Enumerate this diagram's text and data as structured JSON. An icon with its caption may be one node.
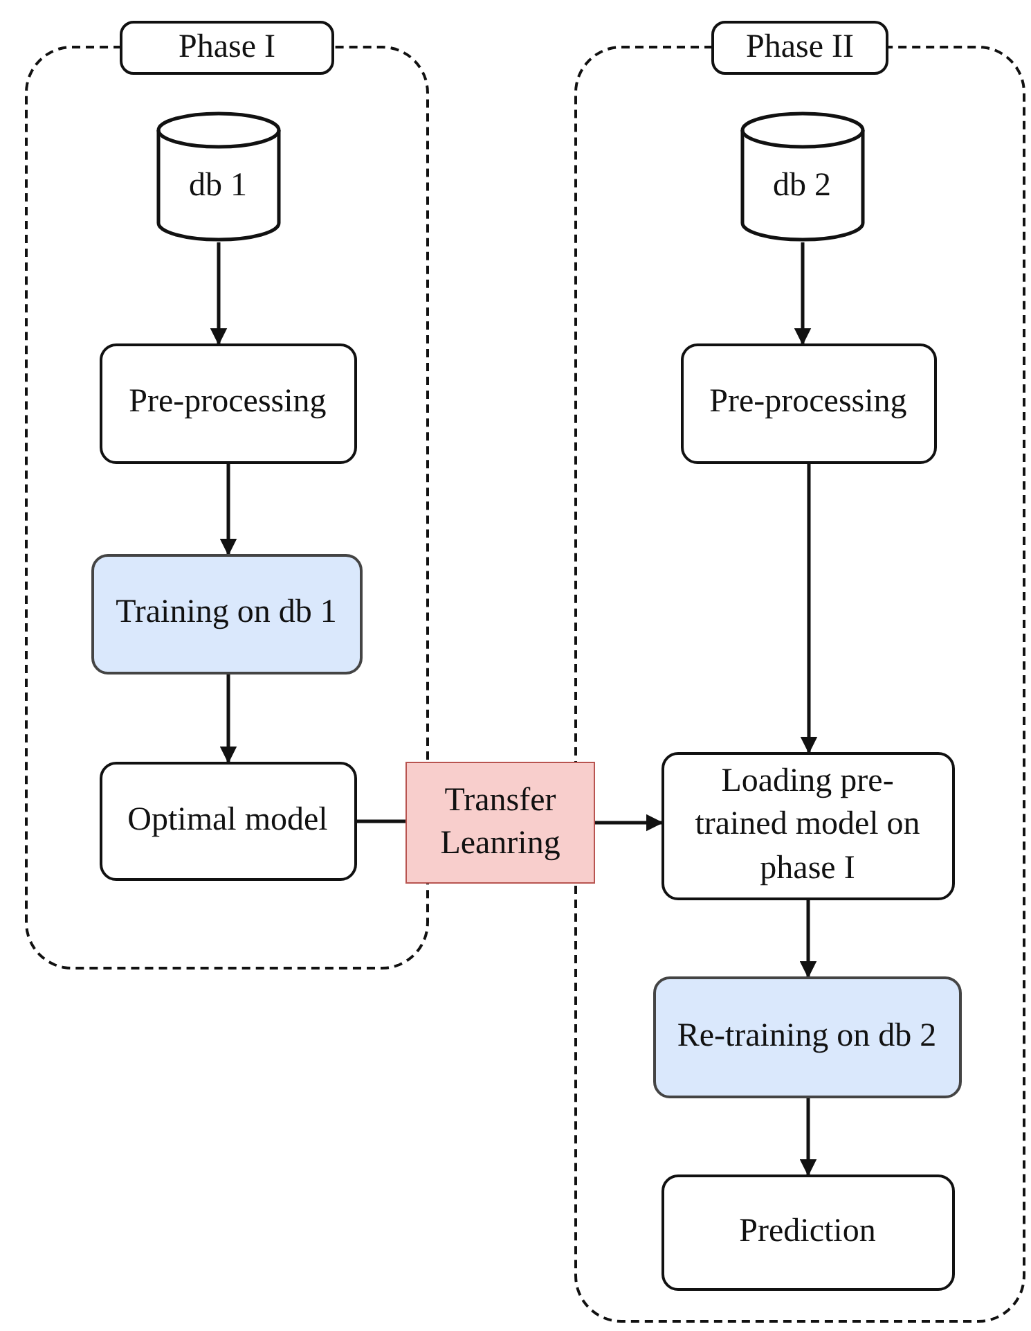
{
  "diagram": {
    "nodes": [
      {
        "text": [
          "Phase I"
        ]
      },
      {
        "text": [
          "db 1"
        ],
        "in": 0
      },
      {
        "text": [
          "Pre-processing"
        ],
        "in": 0
      },
      {
        "text": [
          "Training on db 1"
        ],
        "in": 0
      },
      {
        "text": [
          "Optimal model"
        ],
        "in": 0
      },
      {
        "text": [
          "Phase II"
        ]
      },
      {
        "text": [
          "db 2"
        ],
        "in": 5
      },
      {
        "text": [
          "Pre-processing"
        ],
        "in": 5
      },
      {
        "text": [
          "Loading pre-trained model on phase I"
        ],
        "in": 5
      },
      {
        "text": [
          "Re-training on db 2"
        ],
        "in": 5
      },
      {
        "text": [
          "Prediction"
        ],
        "in": 5
      },
      {
        "text": [
          "Transfer Leanring"
        ]
      }
    ],
    "edges": [
      {
        "from": 1,
        "to": 2,
        "arrow": "to"
      },
      {
        "from": 2,
        "to": 3,
        "arrow": "to"
      },
      {
        "from": 3,
        "to": 4,
        "arrow": "to"
      },
      {
        "from": 4,
        "to": 11,
        "arrow": "none"
      },
      {
        "from": 11,
        "to": 8,
        "arrow": "to"
      },
      {
        "from": 6,
        "to": 7,
        "arrow": "to"
      },
      {
        "from": 7,
        "to": 8,
        "arrow": "to"
      },
      {
        "from": 8,
        "to": 9,
        "arrow": "to"
      },
      {
        "from": 9,
        "to": 10,
        "arrow": "to"
      }
    ]
  }
}
